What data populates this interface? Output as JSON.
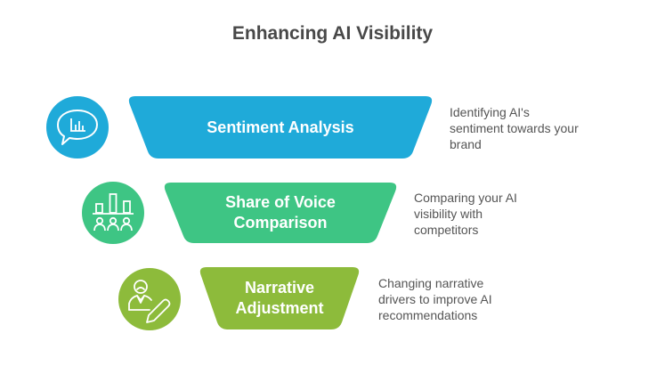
{
  "title": "Enhancing AI Visibility",
  "stages": [
    {
      "label": "Sentiment Analysis",
      "description": [
        "Identifying AI's",
        "sentiment towards your",
        "brand"
      ],
      "icon": "speech-bubble-chart-icon",
      "color": "#1faad9"
    },
    {
      "label": "Share of Voice Comparison",
      "label_lines": [
        "Share of Voice",
        "Comparison"
      ],
      "description": [
        "Comparing your AI",
        "visibility with",
        "competitors"
      ],
      "icon": "audience-bar-chart-icon",
      "color": "#3ec584"
    },
    {
      "label": "Narrative Adjustment",
      "label_lines": [
        "Narrative",
        "Adjustment"
      ],
      "description": [
        "Changing narrative",
        "drivers to improve AI",
        "recommendations"
      ],
      "icon": "person-edit-icon",
      "color": "#8dbb3b"
    }
  ]
}
